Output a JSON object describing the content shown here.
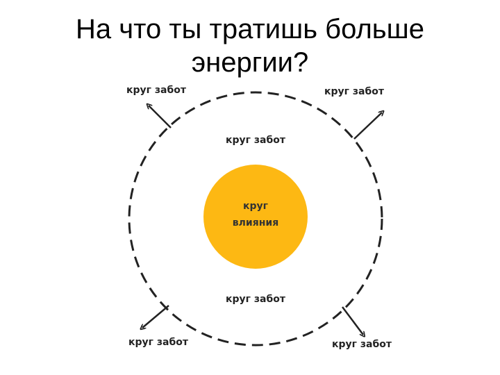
{
  "title": {
    "line1": "На что ты тратишь больше",
    "line2": "энергии?"
  },
  "diagram": {
    "outer_circle": {
      "style": "dashed",
      "color": "#222222"
    },
    "inner_circle": {
      "label_line1": "круг",
      "label_line2": "влияния",
      "color": "#FDB813"
    },
    "inner_labels": {
      "top": "круг забот",
      "bottom": "круг забот"
    },
    "corner_labels": {
      "top_left": "круг забот",
      "top_right": "круг забот",
      "bottom_left": "круг забот",
      "bottom_right": "круг забот"
    },
    "arrows": [
      "top-left",
      "top-right",
      "bottom-left",
      "bottom-right"
    ]
  }
}
